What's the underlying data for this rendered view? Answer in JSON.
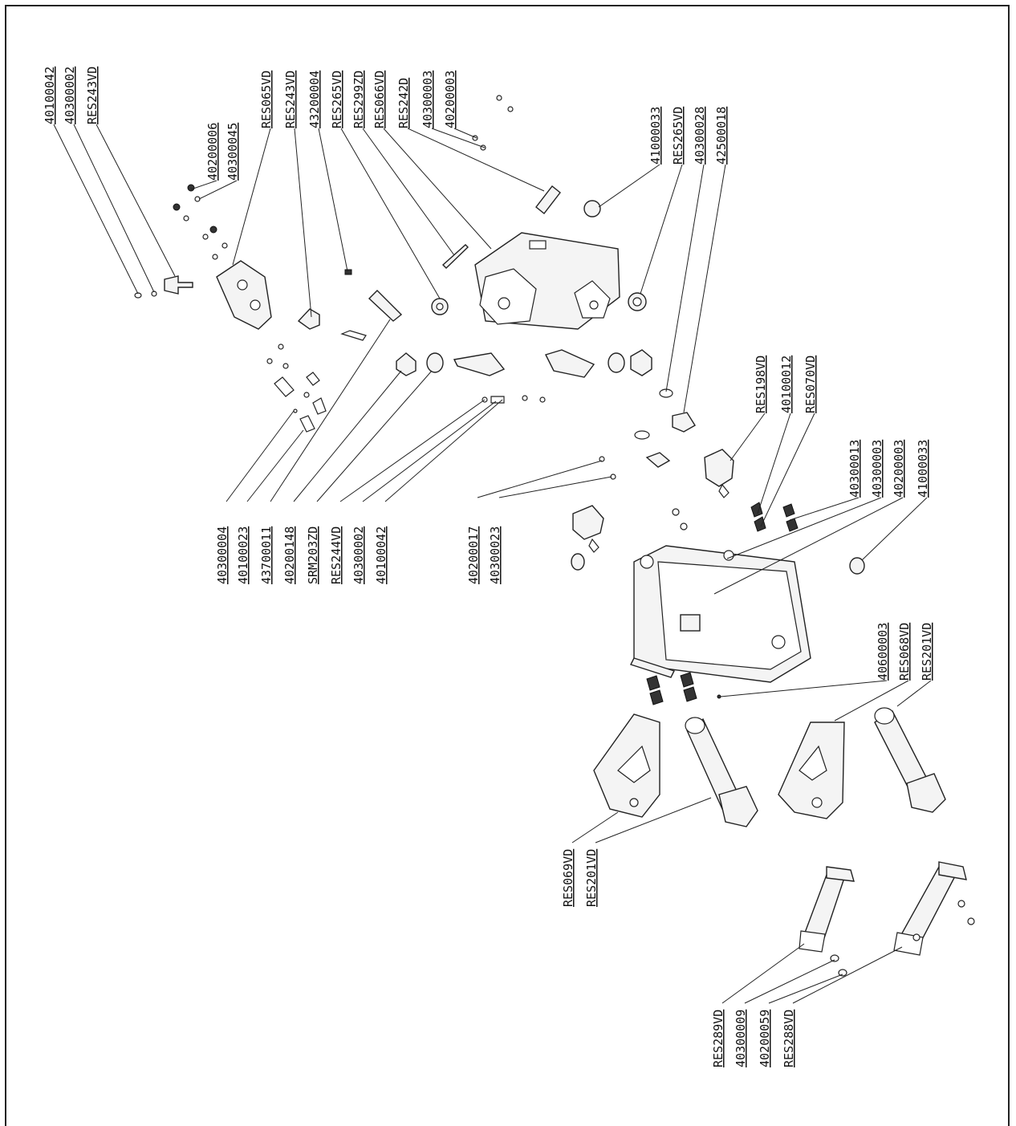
{
  "diagram": {
    "labels": {
      "l01": "40100042",
      "l02": "40300002",
      "l03": "RES243VD",
      "l04": "40200006",
      "l05": "40300045",
      "l06": "RES065VD",
      "l07": "RES243VD",
      "l08": "43200004",
      "l09": "RES265VD",
      "l10": "RES299ZD",
      "l11": "RES066VD",
      "l12": "RES242D",
      "l13": "40300003",
      "l14": "40200003",
      "l15": "41000033",
      "l16": "RES265VD",
      "l17": "40300028",
      "l18": "42500018",
      "l19": "40300004",
      "l20": "40100023",
      "l21": "43700011",
      "l22": "40200148",
      "l23": "SRM203ZD",
      "l24": "RES244VD",
      "l25": "40300002",
      "l26": "40100042",
      "l27": "40200017",
      "l28": "40300023",
      "l29": "RES198VD",
      "l30": "40100012",
      "l31": "RES070VD",
      "l32": "40300013",
      "l33": "40300003",
      "l34": "40200003",
      "l35": "41000033",
      "l36": "40600003",
      "l37": "RES068VD",
      "l38": "RES201VD",
      "l39": "RES069VD",
      "l40": "RES201VD",
      "l41": "RES289VD",
      "l42": "40300009",
      "l43": "40200059",
      "l44": "RES288VD"
    }
  }
}
